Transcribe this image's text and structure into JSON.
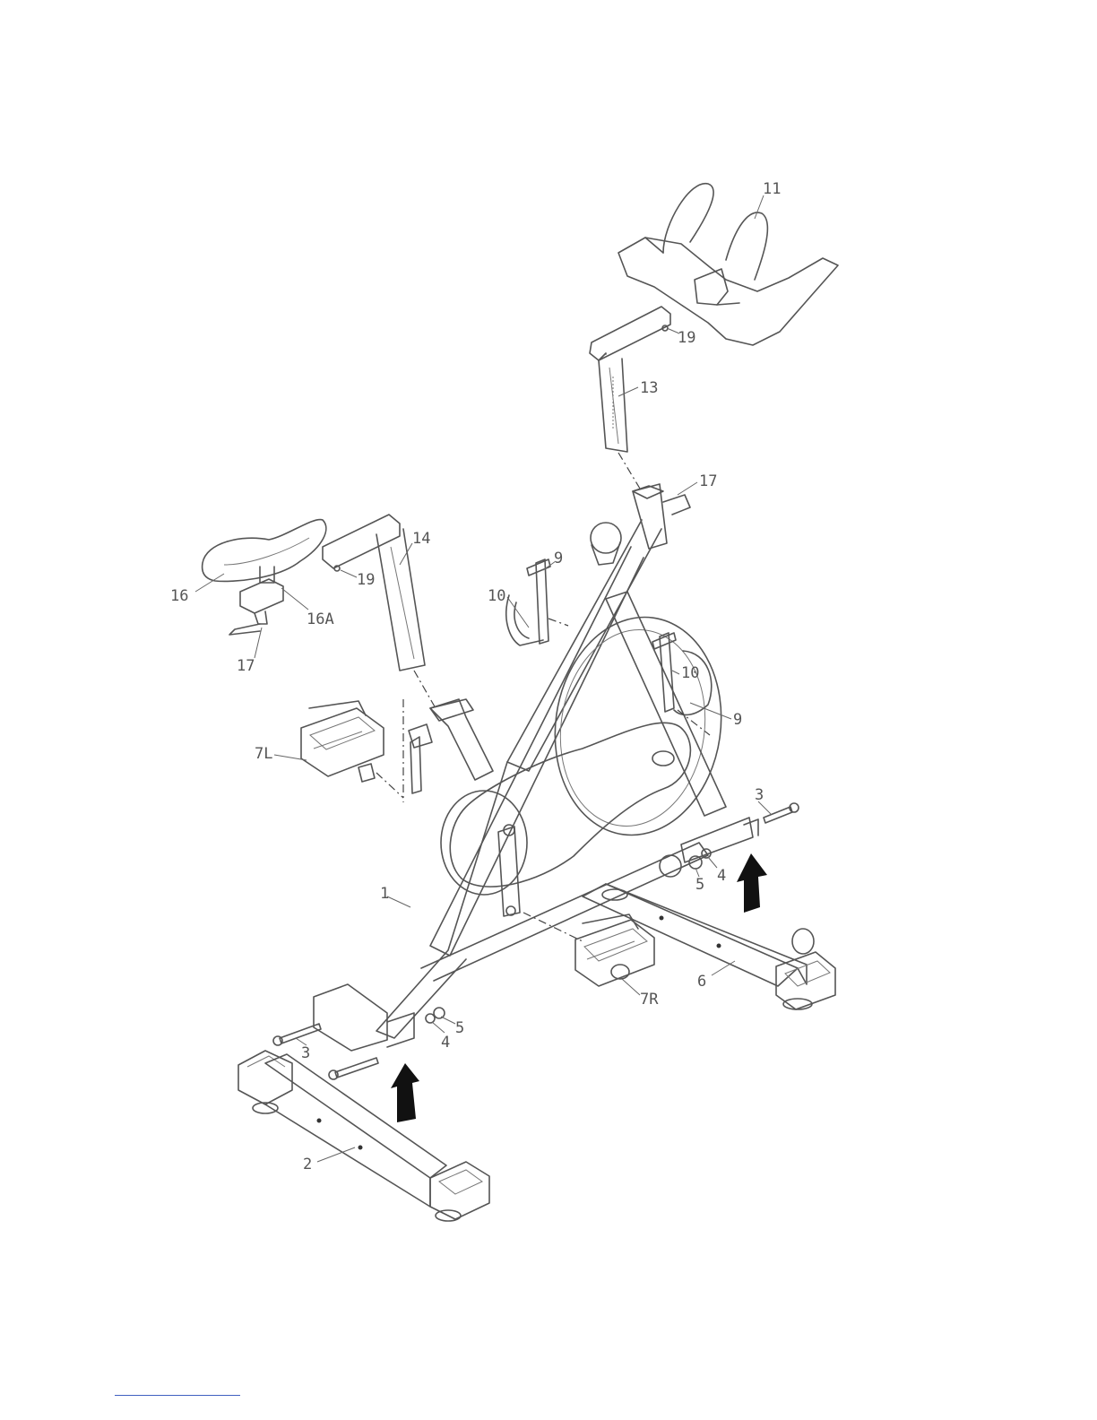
{
  "callouts": {
    "c11": "11",
    "c19a": "19",
    "c13": "13",
    "c17a": "17",
    "c14": "14",
    "c19b": "19",
    "c16": "16",
    "c16a": "16A",
    "c17b": "17",
    "c9a": "9",
    "c10a": "10",
    "c10b": "10",
    "c9b": "9",
    "c7l": "7L",
    "c3a": "3",
    "c4a": "4",
    "c5a": "5",
    "c1": "1",
    "c6": "6",
    "c7r": "7R",
    "c5b": "5",
    "c4b": "4",
    "c3b": "3",
    "c2": "2"
  },
  "colors": {
    "line": "#555555",
    "arrow": "#111111",
    "footer_rule": "#4060c0"
  }
}
